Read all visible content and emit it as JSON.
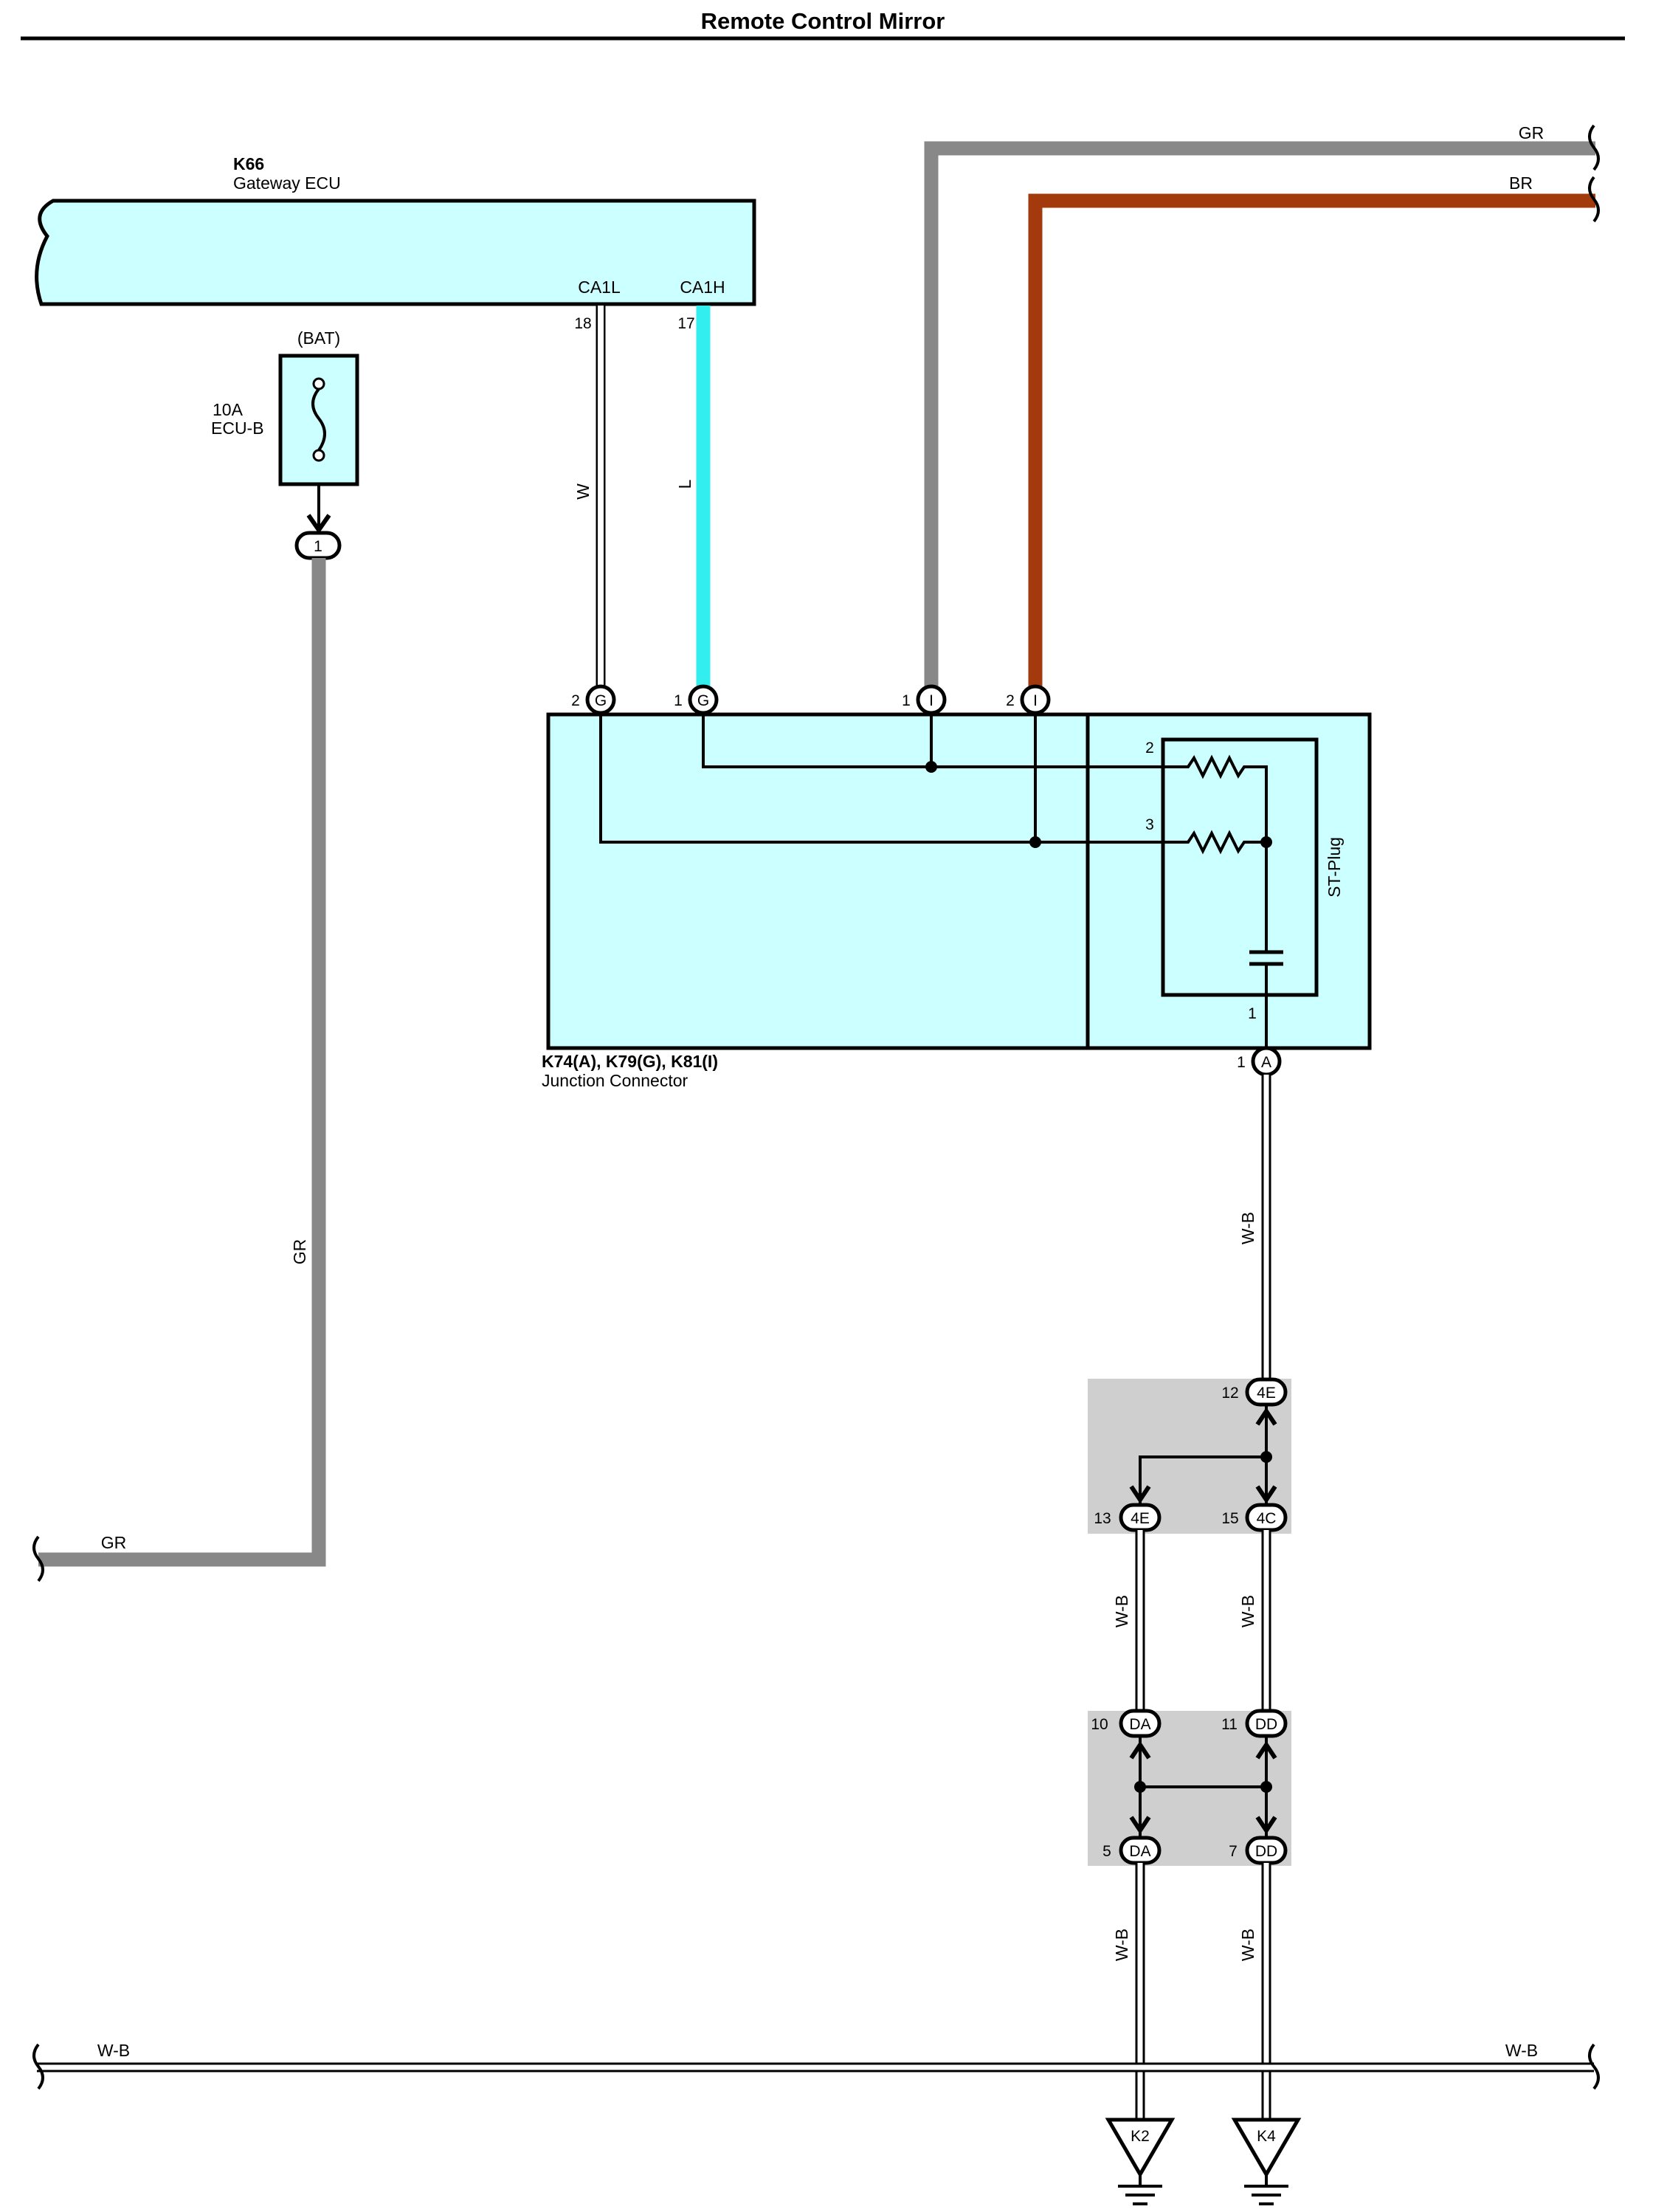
{
  "title": "Remote Control Mirror",
  "gateway_ecu": {
    "code": "K66",
    "name": "Gateway ECU",
    "pins": [
      {
        "label": "CA1L",
        "number": "18"
      },
      {
        "label": "CA1H",
        "number": "17"
      }
    ]
  },
  "fuse": {
    "supply": "(BAT)",
    "rating": "10A",
    "name": "ECU-B",
    "connector_pin": "1"
  },
  "junction_connector": {
    "codes": "K74(A), K79(G), K81(I)",
    "name": "Junction Connector",
    "top_pins": [
      {
        "number": "2",
        "connector": "G"
      },
      {
        "number": "1",
        "connector": "G"
      },
      {
        "number": "1",
        "connector": "I"
      },
      {
        "number": "2",
        "connector": "I"
      }
    ],
    "bottom_pin": {
      "number": "1",
      "connector": "A"
    }
  },
  "st_plug": {
    "name": "ST-Plug",
    "terminals": [
      "2",
      "3",
      "1"
    ]
  },
  "wires": {
    "w": "W",
    "l": "L",
    "gr": "GR",
    "br": "BR",
    "wb": "W-B"
  },
  "junction_block_1": {
    "top": {
      "number": "12",
      "connector": "4E"
    },
    "bottom_left": {
      "number": "13",
      "connector": "4E"
    },
    "bottom_right": {
      "number": "15",
      "connector": "4C"
    }
  },
  "junction_block_2": {
    "top_left": {
      "number": "10",
      "connector": "DA"
    },
    "top_right": {
      "number": "11",
      "connector": "DD"
    },
    "bottom_left": {
      "number": "5",
      "connector": "DA"
    },
    "bottom_right": {
      "number": "7",
      "connector": "DD"
    }
  },
  "grounds": [
    "K2",
    "K4"
  ],
  "colors": {
    "ecu_fill": "#ccffff",
    "wire_w": "#ffffff",
    "wire_l": "#33eeee",
    "wire_gr": "#888888",
    "wire_br": "#a33a0d",
    "junction_block_fill": "#cfcfcf"
  }
}
